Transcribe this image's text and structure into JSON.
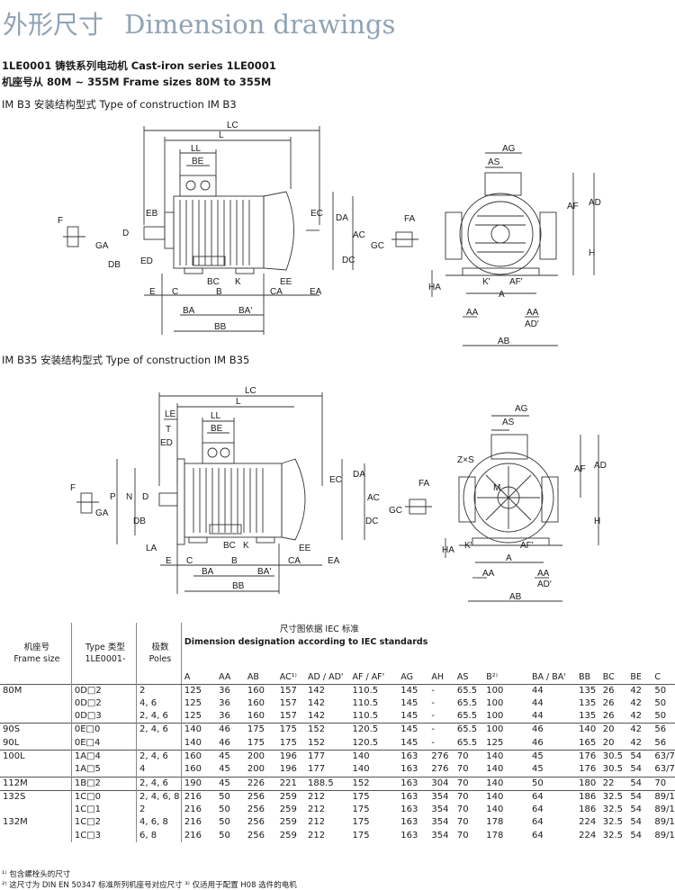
{
  "title": {
    "zh": "外形尺寸",
    "en": "Dimension drawings"
  },
  "subtitle": {
    "line1": "1LE0001 铸铁系列电动机  Cast-iron series 1LE0001",
    "line2": "机座号从 80M ~ 355M  Frame sizes 80M to 355M"
  },
  "section_b3": "IM B3 安装结构型式  Type of construction IM B3",
  "section_b35": "IM B35 安装结构型式   Type of construction IM B35",
  "b3_labels": {
    "lc": "LC",
    "l": "L",
    "ll": "LL",
    "be": "BE",
    "eb": "EB",
    "d": "D",
    "f": "F",
    "ga": "GA",
    "db": "DB",
    "ed": "ED",
    "e": "E",
    "c": "C",
    "b": "B",
    "bc": "BC",
    "k": "K",
    "ee": "EE",
    "ca": "CA",
    "ea": "EA",
    "ba": "BA",
    "ba2": "BA'",
    "bb": "BB",
    "ec": "EC",
    "da": "DA",
    "ac": "AC",
    "dc": "DC",
    "fa": "FA",
    "gc": "GC",
    "ag": "AG",
    "as": "AS",
    "af": "AF",
    "ad": "AD",
    "h": "H",
    "ha": "HA",
    "k2": "K'",
    "af2": "AF'",
    "aa": "AA",
    "a": "A",
    "ad2": "AD'",
    "ab": "AB"
  },
  "b35_labels": {
    "lc": "LC",
    "l": "L",
    "le": "LE",
    "ll": "LL",
    "t": "T",
    "be": "BE",
    "ed": "ED",
    "p": "P",
    "n": "N",
    "d": "D",
    "f": "F",
    "ga": "GA",
    "db": "DB",
    "la": "LA",
    "e": "E",
    "c": "C",
    "b": "B",
    "bc": "BC",
    "k": "K",
    "ee": "EE",
    "ca": "CA",
    "ea": "EA",
    "ba": "BA",
    "ba2": "BA'",
    "bb": "BB",
    "ec": "EC",
    "da": "DA",
    "ac": "AC",
    "dc": "DC",
    "fa": "FA",
    "gc": "GC",
    "ag": "AG",
    "as": "AS",
    "zs": "Z×S",
    "m": "M",
    "af": "AF",
    "ad": "AD",
    "h": "H",
    "ha": "HA",
    "k2": "K'",
    "af2": "AF'",
    "aa": "AA",
    "a": "A",
    "ad2": "AD'",
    "ab": "AB"
  },
  "table": {
    "h_frame": "机座号\nFrame size",
    "h_type": "Type 类型\n1LE0001-",
    "h_poles": "极数\nPoles",
    "h_group_zh": "尺寸图依据 IEC 标准",
    "h_group_en": "Dimension designation according to IEC  standards",
    "columns": [
      "A",
      "AA",
      "AB",
      "AC¹⁾",
      "AD / AD'",
      "AF / AF'",
      "AG",
      "AH",
      "AS",
      "B²⁾",
      "BA / BA'",
      "BB",
      "BC",
      "BE",
      "C"
    ],
    "groups": [
      {
        "rows": [
          [
            "80M",
            "0D□2",
            "2",
            "125",
            "36",
            "160",
            "157",
            "142",
            "110.5",
            "145",
            "-",
            "65.5",
            "100",
            "44",
            "135",
            "26",
            "42",
            "50"
          ],
          [
            "",
            "0D□2",
            "4, 6",
            "125",
            "36",
            "160",
            "157",
            "142",
            "110.5",
            "145",
            "-",
            "65.5",
            "100",
            "44",
            "135",
            "26",
            "42",
            "50"
          ],
          [
            "",
            "0D□3",
            "2, 4, 6",
            "125",
            "36",
            "160",
            "157",
            "142",
            "110.5",
            "145",
            "-",
            "65.5",
            "100",
            "44",
            "135",
            "26",
            "42",
            "50"
          ]
        ]
      },
      {
        "rows": [
          [
            "90S",
            "0E□0",
            "2, 4, 6",
            "140",
            "46",
            "175",
            "175",
            "152",
            "120.5",
            "145",
            "-",
            "65.5",
            "100",
            "46",
            "140",
            "20",
            "42",
            "56"
          ],
          [
            "90L",
            "0E□4",
            "",
            "140",
            "46",
            "175",
            "175",
            "152",
            "120.5",
            "145",
            "-",
            "65.5",
            "125",
            "46",
            "165",
            "20",
            "42",
            "56"
          ]
        ]
      },
      {
        "rows": [
          [
            "100L",
            "1A□4",
            "2, 4, 6",
            "160",
            "45",
            "200",
            "196",
            "177",
            "140",
            "163",
            "276",
            "70",
            "140",
            "45",
            "176",
            "30.5",
            "54",
            "63/7"
          ],
          [
            "",
            "1A□5",
            "4",
            "160",
            "45",
            "200",
            "196",
            "177",
            "140",
            "163",
            "276",
            "70",
            "140",
            "45",
            "176",
            "30.5",
            "54",
            "63/7"
          ]
        ]
      },
      {
        "rows": [
          [
            "112M",
            "1B□2",
            "2, 4, 6",
            "190",
            "45",
            "226",
            "221",
            "188.5",
            "152",
            "163",
            "304",
            "70",
            "140",
            "50",
            "180",
            "22",
            "54",
            "70"
          ]
        ]
      },
      {
        "rows": [
          [
            "132S",
            "1C□0",
            "2, 4, 6, 8",
            "216",
            "50",
            "256",
            "259",
            "212",
            "175",
            "163",
            "354",
            "70",
            "140",
            "64",
            "186",
            "32.5",
            "54",
            "89/1"
          ],
          [
            "",
            "1C□1",
            "2",
            "216",
            "50",
            "256",
            "259",
            "212",
            "175",
            "163",
            "354",
            "70",
            "140",
            "64",
            "186",
            "32.5",
            "54",
            "89/1"
          ],
          [
            "132M",
            "1C□2",
            "4, 6, 8",
            "216",
            "50",
            "256",
            "259",
            "212",
            "175",
            "163",
            "354",
            "70",
            "178",
            "64",
            "224",
            "32.5",
            "54",
            "89/1"
          ],
          [
            "",
            "1C□3",
            "6, 8",
            "216",
            "50",
            "256",
            "259",
            "212",
            "175",
            "163",
            "354",
            "70",
            "178",
            "64",
            "224",
            "32.5",
            "54",
            "89/1"
          ]
        ]
      }
    ]
  },
  "footnotes": {
    "f1": "¹⁾  包含螺栓头的尺寸",
    "f2": "²⁾  这尺寸为 DIN EN 50347 标准所列机座号对应尺寸              ³⁾  仅适用于配置 H08 选件的电机"
  }
}
